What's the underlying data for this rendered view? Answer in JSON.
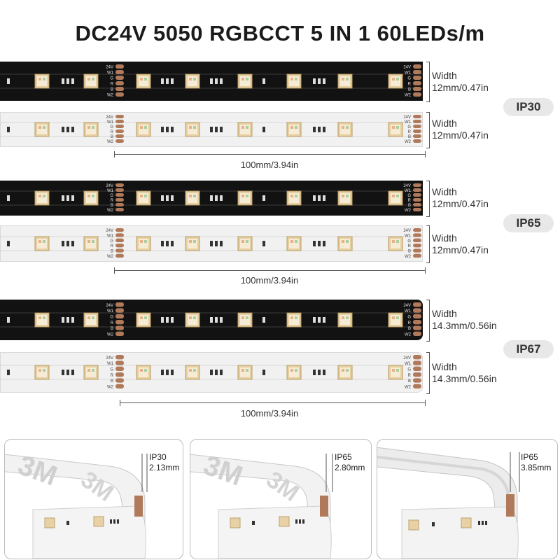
{
  "title": "DC24V 5050 RGBCCT 5 IN 1 60LEDs/m",
  "pin_labels": [
    "24V",
    "W1",
    "G",
    "R",
    "B",
    "W2"
  ],
  "groups": [
    {
      "rating": "IP30",
      "black_width": {
        "label": "Width",
        "value": "12mm/0.47in"
      },
      "white_width": {
        "label": "Width",
        "value": "12mm/0.47in"
      },
      "length": "100mm/3.94in"
    },
    {
      "rating": "IP65",
      "black_width": {
        "label": "Width",
        "value": "12mm/0.47in"
      },
      "white_width": {
        "label": "Width",
        "value": "12mm/0.47in"
      },
      "length": "100mm/3.94in"
    },
    {
      "rating": "IP67",
      "black_width": {
        "label": "Width",
        "value": "14.3mm/0.56in"
      },
      "white_width": {
        "label": "Width",
        "value": "14.3mm/0.56in"
      },
      "length": "100mm/3.94in"
    }
  ],
  "thickness": [
    {
      "rating": "IP30",
      "value": "2.13mm"
    },
    {
      "rating": "IP65",
      "value": "2.80mm"
    },
    {
      "rating": "IP65",
      "value": "3.85mm"
    }
  ],
  "colors": {
    "strip_black": "#121212",
    "strip_white": "#f1f1f1",
    "copper_pad": "#b07a5a",
    "led_frame": "#e6cfa0",
    "led_chip": "#f6ecd5"
  }
}
